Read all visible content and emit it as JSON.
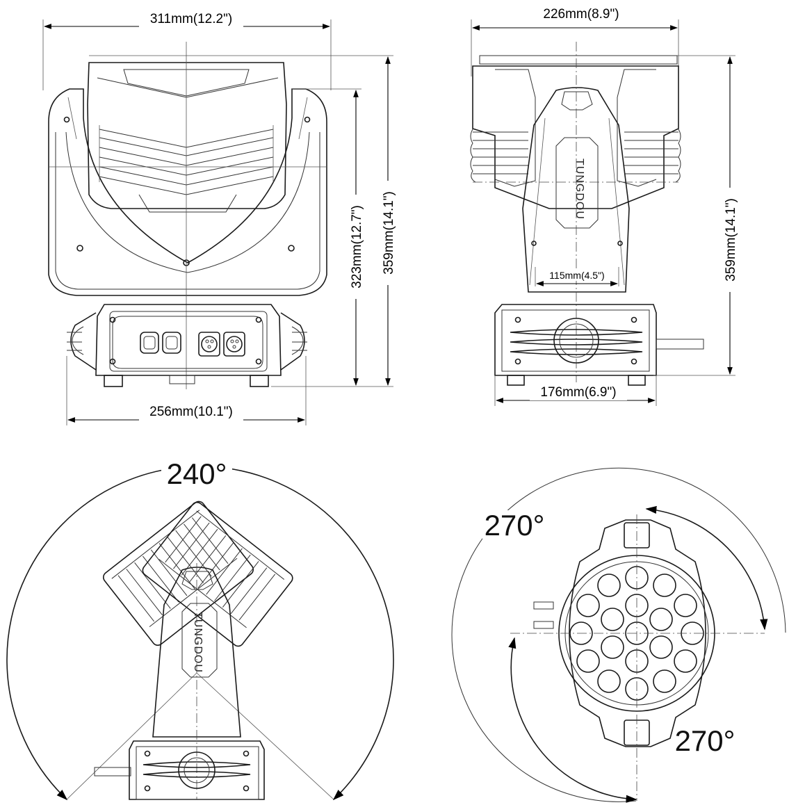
{
  "front_view": {
    "width_label": "311mm(12.2\")",
    "yoke_height_label": "323mm(12.7\")",
    "total_height_label": "359mm(14.1\")",
    "base_width_label": "256mm(10.1\")"
  },
  "side_view": {
    "width_label": "226mm(8.9\")",
    "arm_width_label": "115mm(4.5\")",
    "total_height_label": "359mm(14.1\")",
    "base_width_label": "176mm(6.9\")",
    "brand": "TUNGDOU"
  },
  "tilt_view": {
    "tilt_angle_label": "240°",
    "brand": "TUNGDOU"
  },
  "pan_view": {
    "pan_angle_top_label": "270°",
    "pan_angle_bottom_label": "270°",
    "led_count": 19
  }
}
